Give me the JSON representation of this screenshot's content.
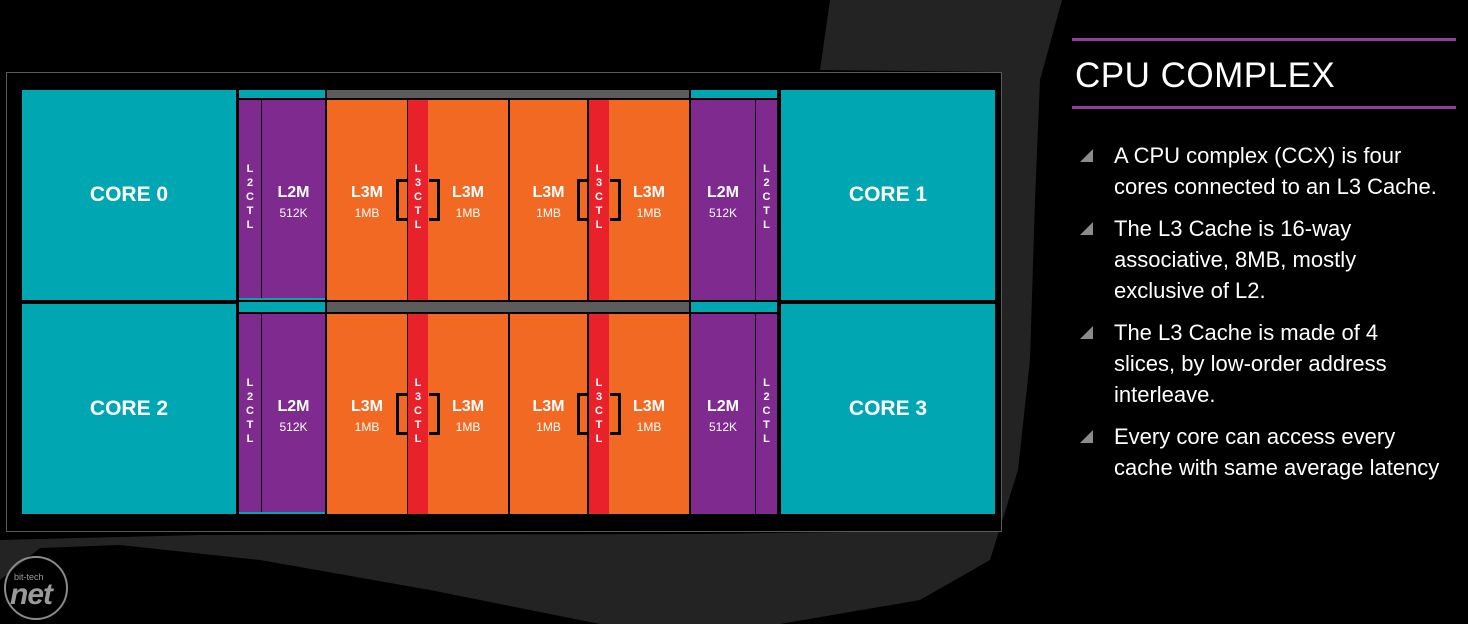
{
  "slide": {
    "title": "CPU COMPLEX",
    "bullets": [
      "A CPU complex (CCX) is four cores connected to an L3 Cache.",
      "The L3 Cache is 16-way associative, 8MB, mostly exclusive of L2.",
      "The L3 Cache is made of 4 slices, by low-order address interleave.",
      "Every core can access every cache with same average latency"
    ]
  },
  "diagram": {
    "cores": [
      "CORE 0",
      "CORE 1",
      "CORE 2",
      "CORE 3"
    ],
    "l2ctl_label": "L2CTL",
    "l2m": {
      "label": "L2M",
      "size": "512K"
    },
    "l3m": {
      "label": "L3M",
      "size": "1MB"
    },
    "l3ctl_label": "L3CTL"
  },
  "watermark": {
    "small": "bit-tech",
    "big": "net"
  },
  "colors": {
    "background": "#000000",
    "core": "#00a7b3",
    "l2": "#7f2a8e",
    "l3m": "#f26924",
    "l3ctl": "#e8212b",
    "accent_line": "#8e3f99"
  }
}
